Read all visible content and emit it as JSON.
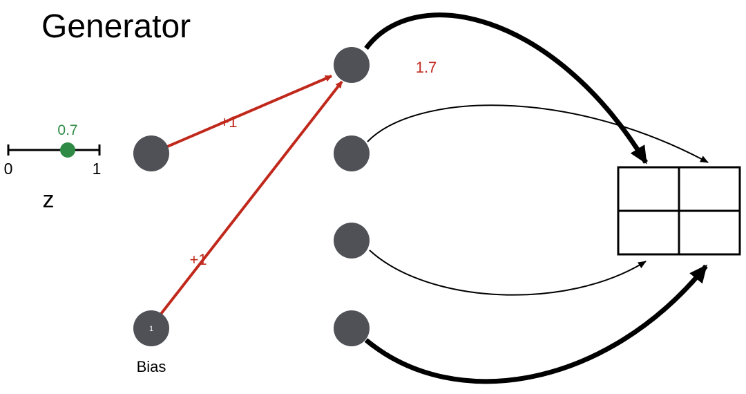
{
  "title": "Generator",
  "colors": {
    "node": "#4f5156",
    "weight": "#c0281b",
    "slider_dot": "#2e8a45",
    "edge": "#000000"
  },
  "input": {
    "slider": {
      "value": "0.7",
      "value_num": 0.7,
      "min_label": "0",
      "max_label": "1",
      "name": "z"
    }
  },
  "bias": {
    "node_text": "1",
    "label": "Bias"
  },
  "weights": {
    "input_to_hidden1": "+1",
    "bias_to_hidden1": "+1"
  },
  "output": {
    "hidden1_activation": "1.7",
    "grid": {
      "rows": 2,
      "cols": 2
    }
  },
  "hidden_nodes": 4
}
